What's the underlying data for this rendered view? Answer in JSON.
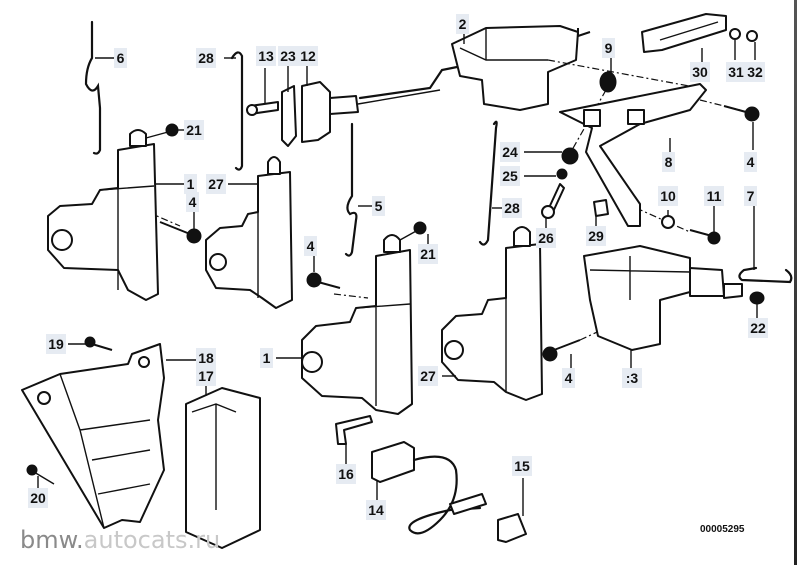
{
  "diagram": {
    "type": "exploded-parts-diagram",
    "subject": "central locking actuators and bracket assembly",
    "diagram_id": "00005295",
    "watermark": {
      "part1": "bmw.",
      "part2": "autocats.ru",
      "color1": "#8a8a8a",
      "color2": "#c8c8c8"
    },
    "colors": {
      "label_bg": "#e6ebf2",
      "line": "#111111",
      "background": "#ffffff"
    }
  },
  "callouts": [
    {
      "id": "c6",
      "label": "6"
    },
    {
      "id": "c28a",
      "label": "28"
    },
    {
      "id": "c13",
      "label": "13"
    },
    {
      "id": "c23",
      "label": "23"
    },
    {
      "id": "c12",
      "label": "12"
    },
    {
      "id": "c2",
      "label": "2"
    },
    {
      "id": "c9",
      "label": "9"
    },
    {
      "id": "c30",
      "label": "30"
    },
    {
      "id": "c31",
      "label": "31"
    },
    {
      "id": "c32",
      "label": "32"
    },
    {
      "id": "c21a",
      "label": "21"
    },
    {
      "id": "c1a",
      "label": "1"
    },
    {
      "id": "c4a",
      "label": "4"
    },
    {
      "id": "c27a",
      "label": "27"
    },
    {
      "id": "c5",
      "label": "5"
    },
    {
      "id": "c24",
      "label": "24"
    },
    {
      "id": "c25",
      "label": "25"
    },
    {
      "id": "c28b",
      "label": "28"
    },
    {
      "id": "c26",
      "label": "26"
    },
    {
      "id": "c8",
      "label": "8"
    },
    {
      "id": "c4b",
      "label": "4"
    },
    {
      "id": "c10",
      "label": "10"
    },
    {
      "id": "c11",
      "label": "11"
    },
    {
      "id": "c7",
      "label": "7"
    },
    {
      "id": "c29",
      "label": "29"
    },
    {
      "id": "c4c",
      "label": "4"
    },
    {
      "id": "c21b",
      "label": "21"
    },
    {
      "id": "c22",
      "label": "22"
    },
    {
      "id": "c19",
      "label": "19"
    },
    {
      "id": "c18",
      "label": "18"
    },
    {
      "id": "c17",
      "label": "17"
    },
    {
      "id": "c1b",
      "label": "1"
    },
    {
      "id": "c27b",
      "label": "27"
    },
    {
      "id": "c4d",
      "label": "4"
    },
    {
      "id": "c3",
      "label": ":3"
    },
    {
      "id": "c16",
      "label": "16"
    },
    {
      "id": "c14",
      "label": "14"
    },
    {
      "id": "c15",
      "label": "15"
    },
    {
      "id": "c20",
      "label": "20"
    }
  ]
}
